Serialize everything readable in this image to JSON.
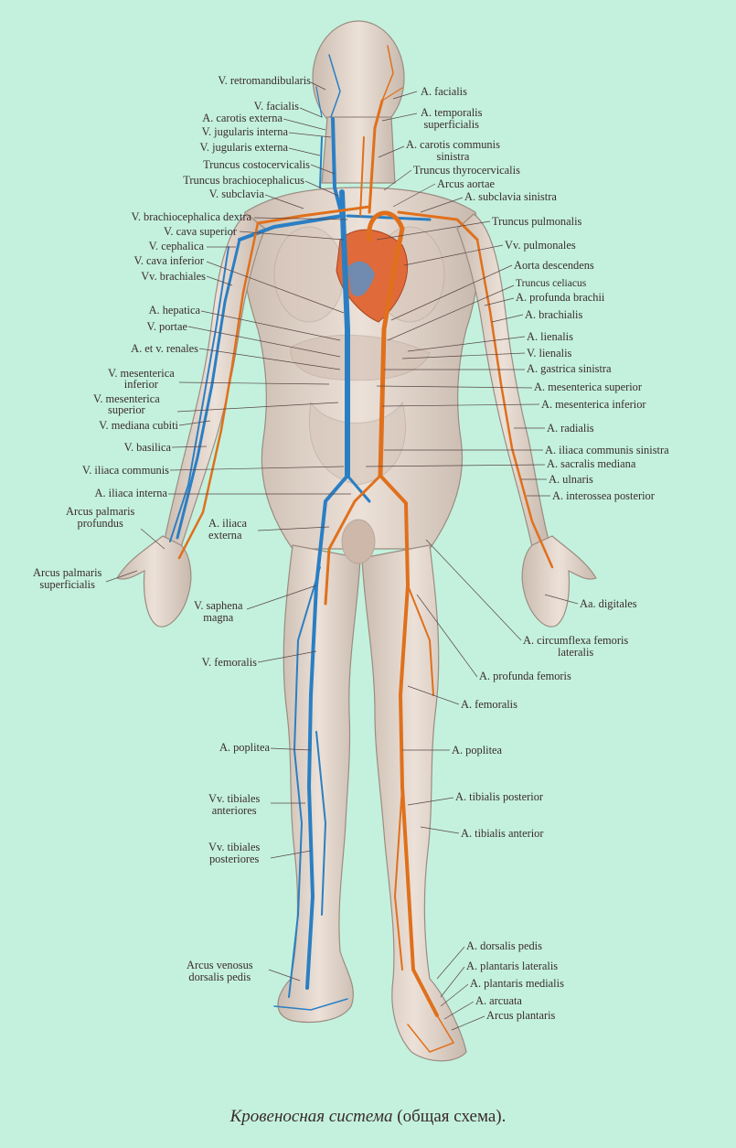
{
  "caption": {
    "italic": "Кровеносная система",
    "plain": " (общая схема)."
  },
  "colors": {
    "background": "#c3f1de",
    "artery": "#e0701c",
    "vein": "#2a7fc4",
    "skin": "#e6d8cc",
    "text": "#3c2b2e"
  },
  "labels_left": [
    "V. retromandibularis",
    "V. facialis",
    "A. carotis externa",
    "V. jugularis interna",
    "V. jugularis externa",
    "Truncus costocervicalis",
    "Truncus brachiocephalicus",
    "V. subclavia",
    "V. brachiocephalica dextra",
    "V. cava superior",
    "V. cephalica",
    "V. cava inferior",
    "Vv. brachiales",
    "A. hepatica",
    "V. portae",
    "A. et v. renales",
    "V. mesenterica\ninferior",
    "V. mesenterica\nsuperior",
    "V. mediana cubiti",
    "V. basilica",
    "V. iliaca communis",
    "A. iliaca interna",
    "Arcus palmaris\nprofundus",
    "Arcus palmaris\nsuperficialis",
    "A. iliaca\nexterna",
    "V. saphena\nmagna",
    "V. femoralis",
    "A. poplitea",
    "Vv. tibiales\nanteriores",
    "Vv. tibiales\nposteriores",
    "Arcus venosus\ndorsalis pedis"
  ],
  "labels_right": [
    "A. facialis",
    "A. temporalis\nsuperficialis",
    "A. carotis communis\nsinistra",
    "Truncus thyrocervicalis",
    "Arcus aortae",
    "A. subclavia sinistra",
    "Truncus pulmonalis",
    "Vv. pulmonales",
    "Aorta descendens",
    "Truncus celiacus",
    "A. profunda brachii",
    "A. brachialis",
    "A. lienalis",
    "V. lienalis",
    "A. gastrica sinistra",
    "A. mesenterica superior",
    "A. mesenterica inferior",
    "A. radialis",
    "A. iliaca communis sinistra",
    "A. sacralis mediana",
    "A. ulnaris",
    "A. interossea posterior",
    "Aa. digitales",
    "A. circumflexa femoris\nlateralis",
    "A. profunda femoris",
    "A. femoralis",
    "A. poplitea",
    "A. tibialis posterior",
    "A. tibialis anterior",
    "A. dorsalis pedis",
    "A. plantaris lateralis",
    "A. plantaris medialis",
    "A. arcuata",
    "Arcus plantaris"
  ]
}
